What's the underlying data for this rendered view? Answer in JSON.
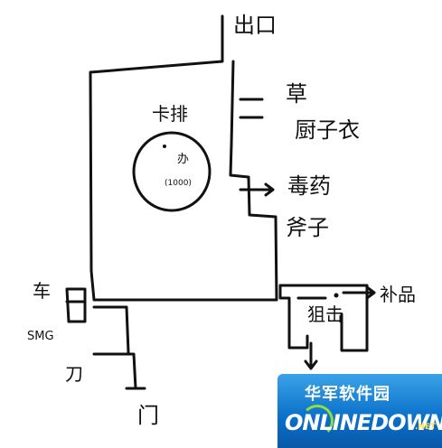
{
  "labels": {
    "exit": "出口",
    "grass": "草",
    "cook_clothes": "厨子衣",
    "card": "卡排",
    "box": "办",
    "box_value": "(1000)",
    "poison": "毒药",
    "axe": "斧子",
    "car": "车",
    "smg": "SMG",
    "knife": "刀",
    "door": "门",
    "sniper": "狙击",
    "supplies": "补品"
  },
  "watermark": {
    "cn": "华军软件园",
    "en": "ONLINEDOWN",
    "net": ".NET"
  }
}
